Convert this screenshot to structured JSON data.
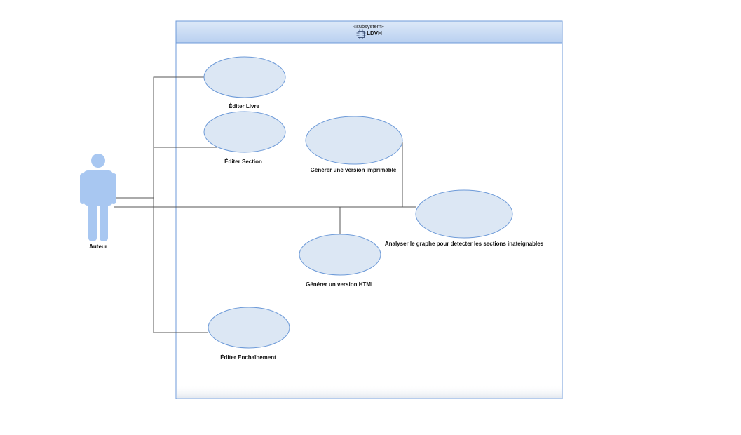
{
  "subsystem": {
    "stereotype": "«subsystem»",
    "name": "LDVH"
  },
  "actor": {
    "name": "Auteur"
  },
  "use_cases": {
    "editer_livre": "Éditer Livre",
    "editer_section": "Éditer Section",
    "generer_imprimable": "Générer une version imprimable",
    "analyser_graphe": "Analyser le graphe pour detecter les sections inateignables",
    "generer_html": "Générer un version HTML",
    "editer_enchainement": "Éditer Enchaînement"
  },
  "colors": {
    "ellipse_fill": "#dce7f4",
    "ellipse_stroke": "#6d9ad8",
    "actor": "#a8c7f1",
    "frame_stroke": "#6d9ad8",
    "header_top": "#d6e5f7",
    "header_bottom": "#b7cff0",
    "line": "#555555"
  }
}
